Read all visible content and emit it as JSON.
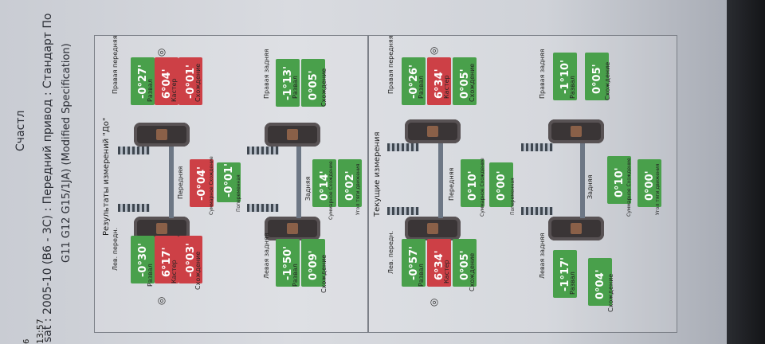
{
  "header": {
    "line1": "Счастл",
    "line2": "sat : 2005-10 (B6 - 3C) : Передний привод : Стандарт По",
    "line3": "G11 G12 G15/1JA) (Modified Specification)",
    "date": "6",
    "time": "13:57"
  },
  "top_panel": {
    "title": "Результаты измерений \"До\"",
    "front_right": {
      "title": "Правая передняя",
      "camber": "-0°27'",
      "caster": "6°04'",
      "toe": "-0°01'",
      "lbl_camber": "Развал",
      "lbl_caster": "Кастер",
      "lbl_toe": "Схождение"
    },
    "front_left": {
      "title": "Лев. передн.",
      "camber": "-0°30'",
      "caster": "6°17'",
      "toe": "-0°03'",
      "lbl_camber": "Развал",
      "lbl_caster": "Кастер",
      "lbl_toe": "Схождение"
    },
    "front_center": {
      "lbl": "Передняя",
      "total_toe": "-0°04'",
      "lbl_total": "Суммарное Схождение",
      "setback": "-0°01'",
      "lbl_setback": "Попеременная"
    },
    "rear_right": {
      "title": "Правая задняя",
      "camber": "-1°13'",
      "toe": "0°05'",
      "lbl_camber": "Развал",
      "lbl_toe": "Схождение"
    },
    "rear_left": {
      "title": "Левая задняя",
      "camber": "-1°50'",
      "toe": "0°09'",
      "lbl_camber": "Развал",
      "lbl_toe": "Схождение"
    },
    "rear_center": {
      "lbl": "Задняя",
      "total_toe": "0°14'",
      "lbl_total": "Суммарное Схождение",
      "thrust": "0°02'",
      "lbl_thrust": "Угол тяги движения"
    }
  },
  "bottom_panel": {
    "title": "Текущие измерения",
    "front_right": {
      "title": "Правая передняя",
      "camber": "-0°26'",
      "caster": "6°34'",
      "toe": "0°05'",
      "lbl_camber": "Развал",
      "lbl_caster": "Кастер",
      "lbl_toe": "Схождение"
    },
    "front_left": {
      "title": "Лев. передн.",
      "camber": "-0°57'",
      "caster": "6°34'",
      "toe": "0°05'",
      "lbl_camber": "Развал",
      "lbl_caster": "Кастер",
      "lbl_toe": "Схождение"
    },
    "front_center": {
      "lbl": "Передняя",
      "total_toe": "0°10'",
      "lbl_total": "Суммарное Схождение",
      "setback": "0°00'",
      "lbl_setback": "Попеременная"
    },
    "rear_right": {
      "title": "Правая задняя",
      "camber": "-1°10'",
      "toe": "0°05'",
      "lbl_camber": "Развал",
      "lbl_toe": "Схождение"
    },
    "rear_left": {
      "title": "Левая задняя",
      "camber": "-1°17'",
      "toe": "0°04'",
      "lbl_camber": "Развал",
      "lbl_toe": "Схождение"
    },
    "rear_center": {
      "lbl": "Задняя",
      "total_toe": "0°10'",
      "lbl_total": "Суммарное Схождение",
      "thrust": "0°00'",
      "lbl_thrust": "Угол тяги движения"
    }
  },
  "colors": {
    "ok": "#49a04b",
    "out": "#cd4046"
  }
}
